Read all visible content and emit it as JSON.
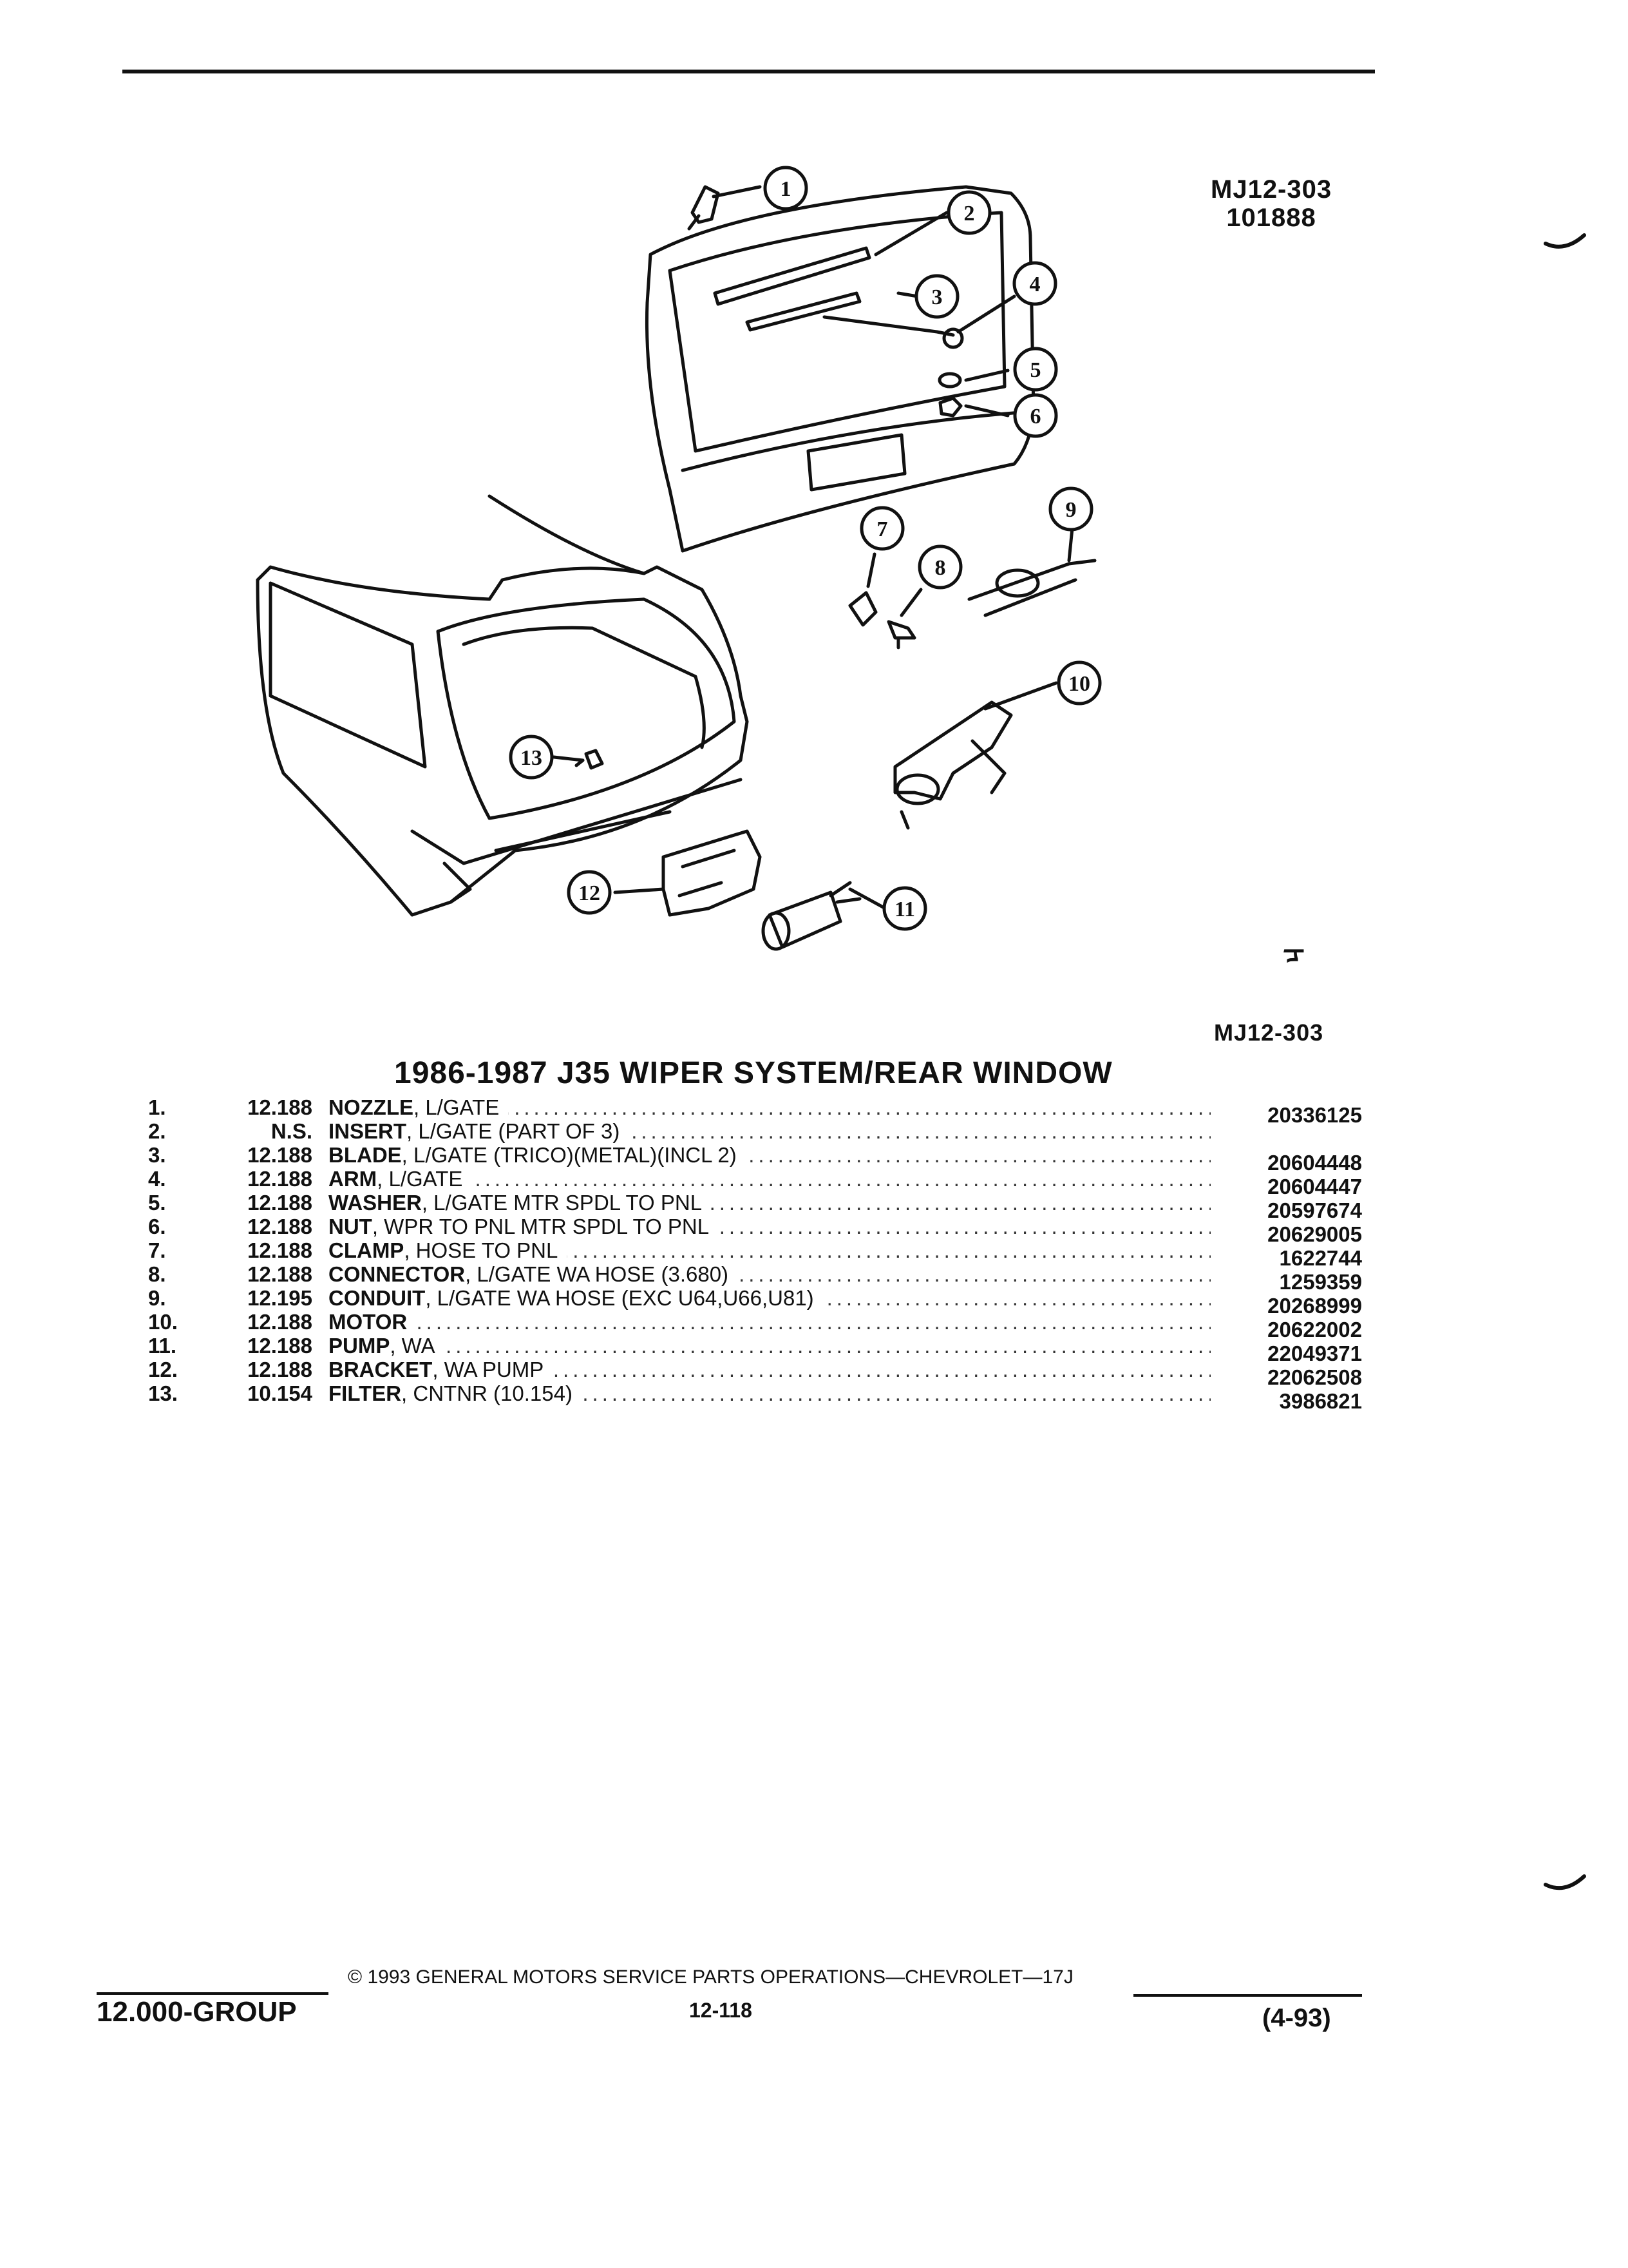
{
  "header": {
    "diagram_code": "MJ12-303",
    "diagram_date": "101888"
  },
  "diagram": {
    "callouts": [
      "1",
      "2",
      "3",
      "4",
      "5",
      "6",
      "7",
      "8",
      "9",
      "10",
      "11",
      "12",
      "13"
    ],
    "mark": "ᠴ"
  },
  "section": {
    "code_bottom": "MJ12-303",
    "title": "1986-1987 J35 WIPER SYSTEM/REAR WINDOW"
  },
  "parts": [
    {
      "num": "1.",
      "group": "12.188",
      "name": "NOZZLE",
      "detail": ", L/GATE",
      "part_no": "20336125"
    },
    {
      "num": "2.",
      "group": "N.S.",
      "name": "INSERT",
      "detail": ", L/GATE (PART OF 3)",
      "part_no": ""
    },
    {
      "num": "3.",
      "group": "12.188",
      "name": "BLADE",
      "detail": ", L/GATE (TRICO)(METAL)(INCL 2)",
      "part_no": "20604448"
    },
    {
      "num": "4.",
      "group": "12.188",
      "name": "ARM",
      "detail": ", L/GATE",
      "part_no": "20604447"
    },
    {
      "num": "5.",
      "group": "12.188",
      "name": "WASHER",
      "detail": ", L/GATE MTR SPDL TO PNL",
      "part_no": "20597674"
    },
    {
      "num": "6.",
      "group": "12.188",
      "name": "NUT",
      "detail": ", WPR TO PNL MTR SPDL TO PNL",
      "part_no": "20629005"
    },
    {
      "num": "7.",
      "group": "12.188",
      "name": "CLAMP",
      "detail": ", HOSE TO PNL",
      "part_no": "1622744"
    },
    {
      "num": "8.",
      "group": "12.188",
      "name": "CONNECTOR",
      "detail": ", L/GATE WA HOSE (3.680)",
      "part_no": "1259359"
    },
    {
      "num": "9.",
      "group": "12.195",
      "name": "CONDUIT",
      "detail": ", L/GATE WA HOSE (EXC U64,U66,U81)",
      "part_no": "20268999"
    },
    {
      "num": "10.",
      "group": "12.188",
      "name": "MOTOR",
      "detail": "",
      "part_no": "20622002"
    },
    {
      "num": "11.",
      "group": "12.188",
      "name": "PUMP",
      "detail": ", WA",
      "part_no": "22049371"
    },
    {
      "num": "12.",
      "group": "12.188",
      "name": "BRACKET",
      "detail": ", WA PUMP",
      "part_no": "22062508"
    },
    {
      "num": "13.",
      "group": "10.154",
      "name": "FILTER",
      "detail": ", CNTNR (10.154)",
      "part_no": "3986821"
    }
  ],
  "footer": {
    "group": "12.000-GROUP",
    "copyright": "© 1993 GENERAL MOTORS SERVICE PARTS OPERATIONS—CHEVROLET—17J",
    "page": "12-118",
    "date": "(4-93)"
  }
}
